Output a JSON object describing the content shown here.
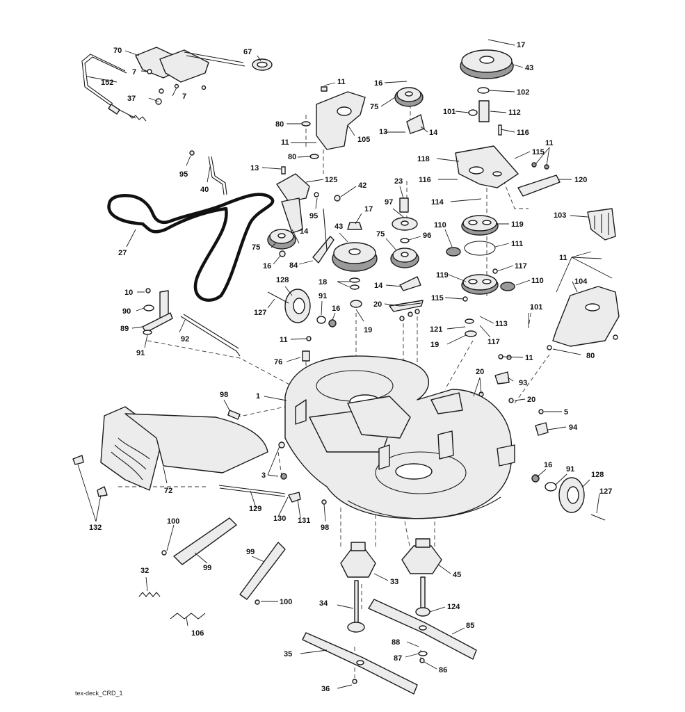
{
  "drawing_id": "tex-deck_CRD_1",
  "callouts": [
    {
      "id": "c70",
      "text": "70"
    },
    {
      "id": "c67",
      "text": "67"
    },
    {
      "id": "c7a",
      "text": "7"
    },
    {
      "id": "c7b",
      "text": "7"
    },
    {
      "id": "c152",
      "text": "152"
    },
    {
      "id": "c37",
      "text": "37"
    },
    {
      "id": "c11a",
      "text": "11"
    },
    {
      "id": "c16a",
      "text": "16"
    },
    {
      "id": "c75a",
      "text": "75"
    },
    {
      "id": "c80a",
      "text": "80"
    },
    {
      "id": "c11b",
      "text": "11"
    },
    {
      "id": "c80b",
      "text": "80"
    },
    {
      "id": "c105",
      "text": "105"
    },
    {
      "id": "c13a",
      "text": "13"
    },
    {
      "id": "c14a",
      "text": "14"
    },
    {
      "id": "c17a",
      "text": "17"
    },
    {
      "id": "c43a",
      "text": "43"
    },
    {
      "id": "c102",
      "text": "102"
    },
    {
      "id": "c101a",
      "text": "101"
    },
    {
      "id": "c112",
      "text": "112"
    },
    {
      "id": "c116a",
      "text": "116"
    },
    {
      "id": "c118",
      "text": "118"
    },
    {
      "id": "c115a",
      "text": "115"
    },
    {
      "id": "c11c",
      "text": "11"
    },
    {
      "id": "c116b",
      "text": "116"
    },
    {
      "id": "c120",
      "text": "120"
    },
    {
      "id": "c95a",
      "text": "95"
    },
    {
      "id": "c40",
      "text": "40"
    },
    {
      "id": "c13b",
      "text": "13"
    },
    {
      "id": "c125",
      "text": "125"
    },
    {
      "id": "c42",
      "text": "42"
    },
    {
      "id": "c23",
      "text": "23"
    },
    {
      "id": "c114",
      "text": "114"
    },
    {
      "id": "c27",
      "text": "27"
    },
    {
      "id": "c95b",
      "text": "95"
    },
    {
      "id": "c14b",
      "text": "14"
    },
    {
      "id": "c17b",
      "text": "17"
    },
    {
      "id": "c97",
      "text": "97"
    },
    {
      "id": "c119a",
      "text": "119"
    },
    {
      "id": "c103",
      "text": "103"
    },
    {
      "id": "c75b",
      "text": "75"
    },
    {
      "id": "c43b",
      "text": "43"
    },
    {
      "id": "c75c",
      "text": "75"
    },
    {
      "id": "c96",
      "text": "96"
    },
    {
      "id": "c110a",
      "text": "110"
    },
    {
      "id": "c111",
      "text": "111"
    },
    {
      "id": "c16b",
      "text": "16"
    },
    {
      "id": "c84",
      "text": "84"
    },
    {
      "id": "c11d",
      "text": "11"
    },
    {
      "id": "c117a",
      "text": "117"
    },
    {
      "id": "c119b",
      "text": "119"
    },
    {
      "id": "c110b",
      "text": "110"
    },
    {
      "id": "c18",
      "text": "18"
    },
    {
      "id": "c14c",
      "text": "14"
    },
    {
      "id": "c104",
      "text": "104"
    },
    {
      "id": "c10",
      "text": "10"
    },
    {
      "id": "c128a",
      "text": "128"
    },
    {
      "id": "c91a",
      "text": "91"
    },
    {
      "id": "c115b",
      "text": "115"
    },
    {
      "id": "c20a",
      "text": "20"
    },
    {
      "id": "c101b",
      "text": "101"
    },
    {
      "id": "c90",
      "text": "90"
    },
    {
      "id": "c127a",
      "text": "127"
    },
    {
      "id": "c16c",
      "text": "16"
    },
    {
      "id": "c113",
      "text": "113"
    },
    {
      "id": "c89",
      "text": "89"
    },
    {
      "id": "c19a",
      "text": "19"
    },
    {
      "id": "c121",
      "text": "121"
    },
    {
      "id": "c92",
      "text": "92"
    },
    {
      "id": "c19b",
      "text": "19"
    },
    {
      "id": "c117b",
      "text": "117"
    },
    {
      "id": "c91b",
      "text": "91"
    },
    {
      "id": "c11e",
      "text": "11"
    },
    {
      "id": "c80c",
      "text": "80"
    },
    {
      "id": "c76",
      "text": "76"
    },
    {
      "id": "c11f",
      "text": "11"
    },
    {
      "id": "c93",
      "text": "93"
    },
    {
      "id": "c20b",
      "text": "20"
    },
    {
      "id": "c98a",
      "text": "98"
    },
    {
      "id": "c1",
      "text": "1"
    },
    {
      "id": "c20c",
      "text": "20"
    },
    {
      "id": "c5",
      "text": "5"
    },
    {
      "id": "c94",
      "text": "94"
    },
    {
      "id": "c16d",
      "text": "16"
    },
    {
      "id": "c91c",
      "text": "91"
    },
    {
      "id": "c128b",
      "text": "128"
    },
    {
      "id": "c3",
      "text": "3"
    },
    {
      "id": "c72",
      "text": "72"
    },
    {
      "id": "c127b",
      "text": "127"
    },
    {
      "id": "c129",
      "text": "129"
    },
    {
      "id": "c130",
      "text": "130"
    },
    {
      "id": "c131",
      "text": "131"
    },
    {
      "id": "c132",
      "text": "132"
    },
    {
      "id": "c98b",
      "text": "98"
    },
    {
      "id": "c100a",
      "text": "100"
    },
    {
      "id": "c99a",
      "text": "99"
    },
    {
      "id": "c99b",
      "text": "99"
    },
    {
      "id": "c32",
      "text": "32"
    },
    {
      "id": "c33",
      "text": "33"
    },
    {
      "id": "c45",
      "text": "45"
    },
    {
      "id": "c100b",
      "text": "100"
    },
    {
      "id": "c34",
      "text": "34"
    },
    {
      "id": "c124",
      "text": "124"
    },
    {
      "id": "c106",
      "text": "106"
    },
    {
      "id": "c85",
      "text": "85"
    },
    {
      "id": "c88",
      "text": "88"
    },
    {
      "id": "c35",
      "text": "35"
    },
    {
      "id": "c87",
      "text": "87"
    },
    {
      "id": "c86",
      "text": "86"
    },
    {
      "id": "c36",
      "text": "36"
    }
  ]
}
